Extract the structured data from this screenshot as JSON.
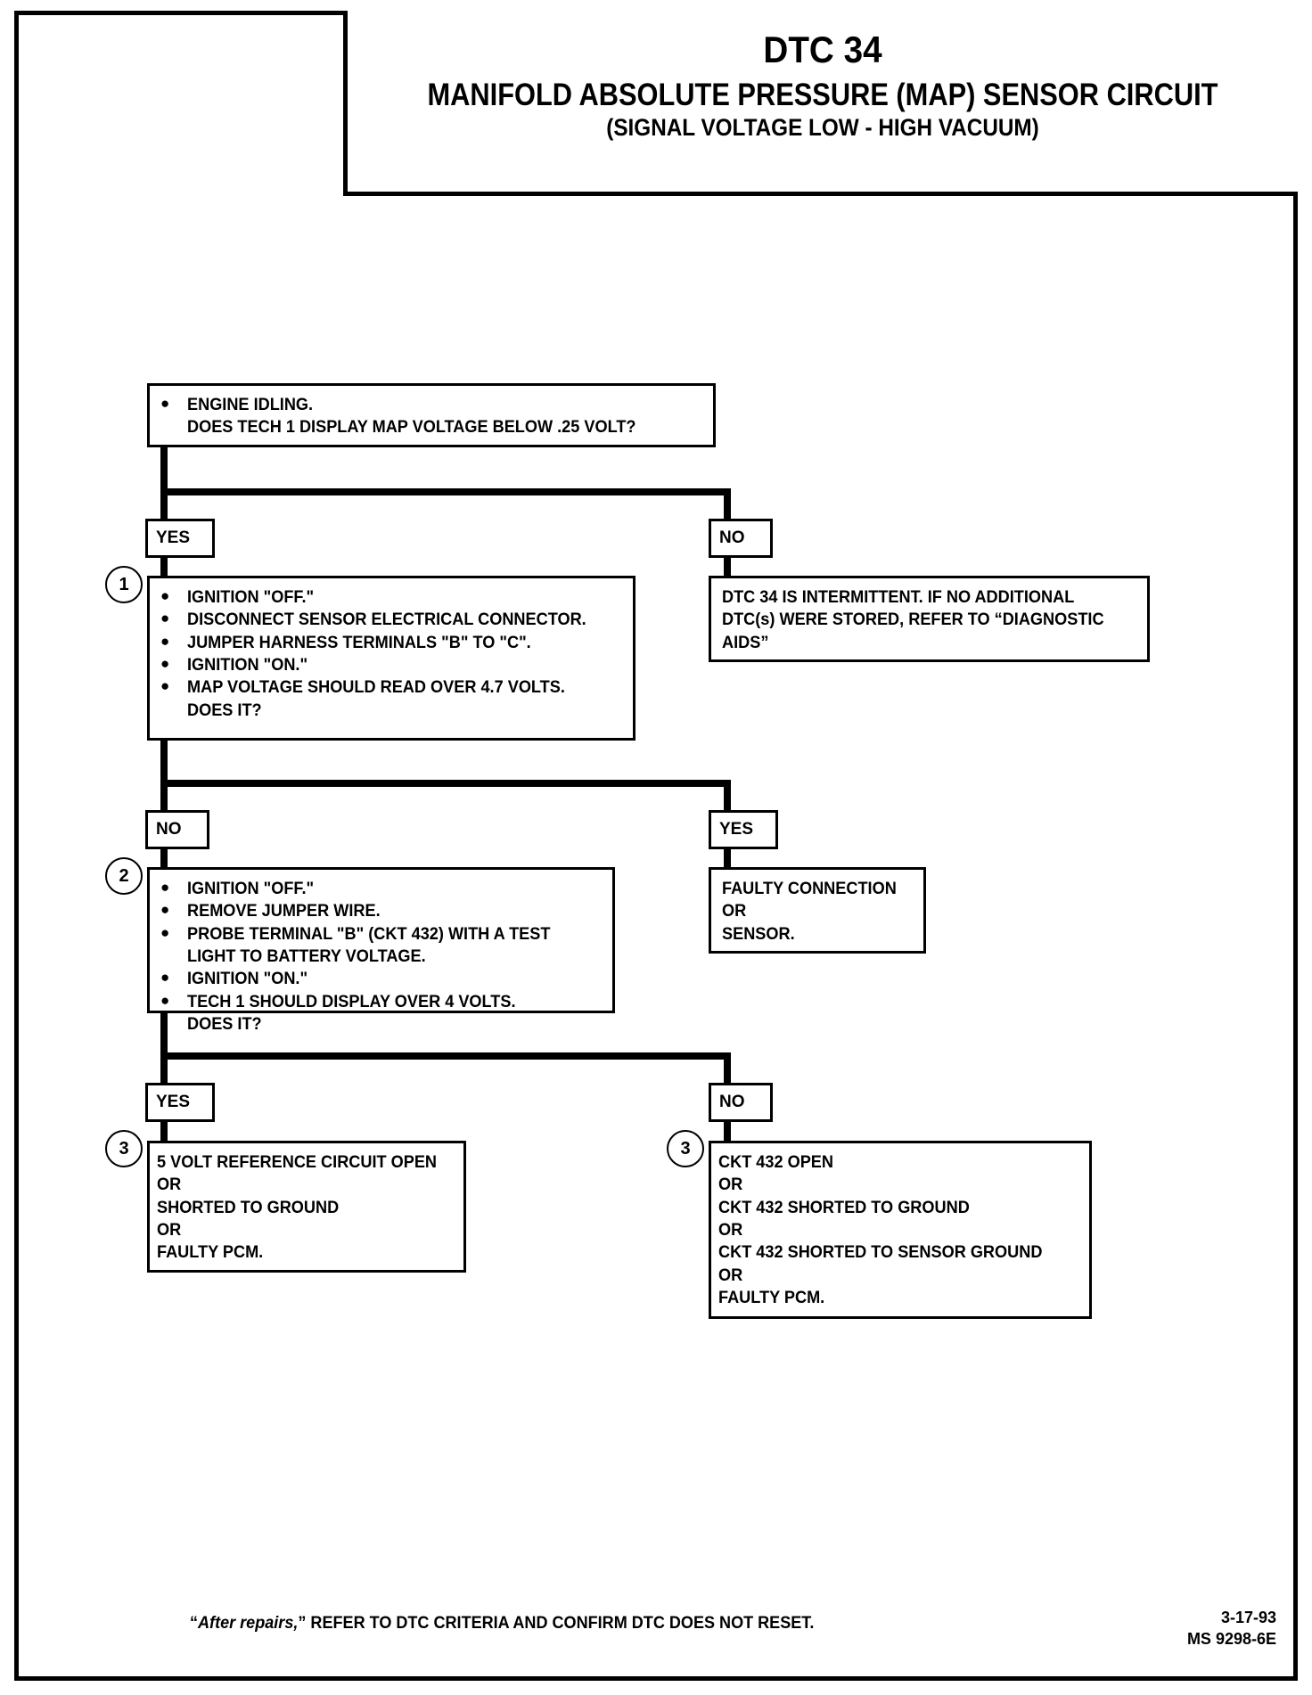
{
  "document": {
    "dtc_number": "DTC 34",
    "title": "MANIFOLD ABSOLUTE PRESSURE (MAP) SENSOR CIRCUIT",
    "subtitle": "(SIGNAL VOLTAGE LOW - HIGH VACUUM)"
  },
  "flow": {
    "start": {
      "line1": "ENGINE IDLING.",
      "line2": "DOES TECH 1 DISPLAY MAP VOLTAGE BELOW .25 VOLT?"
    },
    "branch1": {
      "yes_label": "YES",
      "no_label": "NO"
    },
    "step1": {
      "number": "1",
      "items": [
        "IGNITION \"OFF.\"",
        "DISCONNECT SENSOR ELECTRICAL CONNECTOR.",
        "JUMPER HARNESS TERMINALS \"B\" TO \"C\".",
        "IGNITION \"ON.\"",
        "MAP VOLTAGE SHOULD READ OVER 4.7 VOLTS."
      ],
      "continuation": "DOES IT?"
    },
    "intermittent": {
      "line1": "DTC 34 IS INTERMITTENT.  IF NO ADDITIONAL",
      "line2": "DTC(s) WERE STORED, REFER TO “DIAGNOSTIC",
      "line3": "AIDS”"
    },
    "branch2": {
      "no_label": "NO",
      "yes_label": "YES"
    },
    "step2": {
      "number": "2",
      "items": [
        "IGNITION \"OFF.\"",
        "REMOVE JUMPER WIRE.",
        "PROBE TERMINAL \"B\" (CKT 432) WITH A TEST",
        "IGNITION \"ON.\"",
        "TECH 1 SHOULD DISPLAY OVER 4 VOLTS."
      ],
      "item3_continuation": "LIGHT TO BATTERY VOLTAGE.",
      "continuation": "DOES IT?"
    },
    "faulty_connection": {
      "line1": "FAULTY CONNECTION",
      "line2": "OR",
      "line3": "SENSOR."
    },
    "branch3": {
      "yes_label": "YES",
      "no_label": "NO"
    },
    "result_left": {
      "number": "3",
      "lines": [
        "5 VOLT REFERENCE CIRCUIT OPEN",
        "OR",
        "SHORTED TO GROUND",
        "OR",
        "FAULTY PCM."
      ]
    },
    "result_right": {
      "number": "3",
      "lines": [
        "CKT 432 OPEN",
        "OR",
        "CKT 432 SHORTED TO GROUND",
        "OR",
        "CKT 432 SHORTED TO SENSOR GROUND",
        "OR",
        "FAULTY PCM."
      ]
    }
  },
  "footer": {
    "note_quote_open": "“",
    "note_italic": "After repairs,",
    "note_rest": "” REFER TO DTC CRITERIA AND CONFIRM DTC DOES NOT RESET.",
    "date": "3-17-93",
    "reference": "MS 9298-6E"
  }
}
